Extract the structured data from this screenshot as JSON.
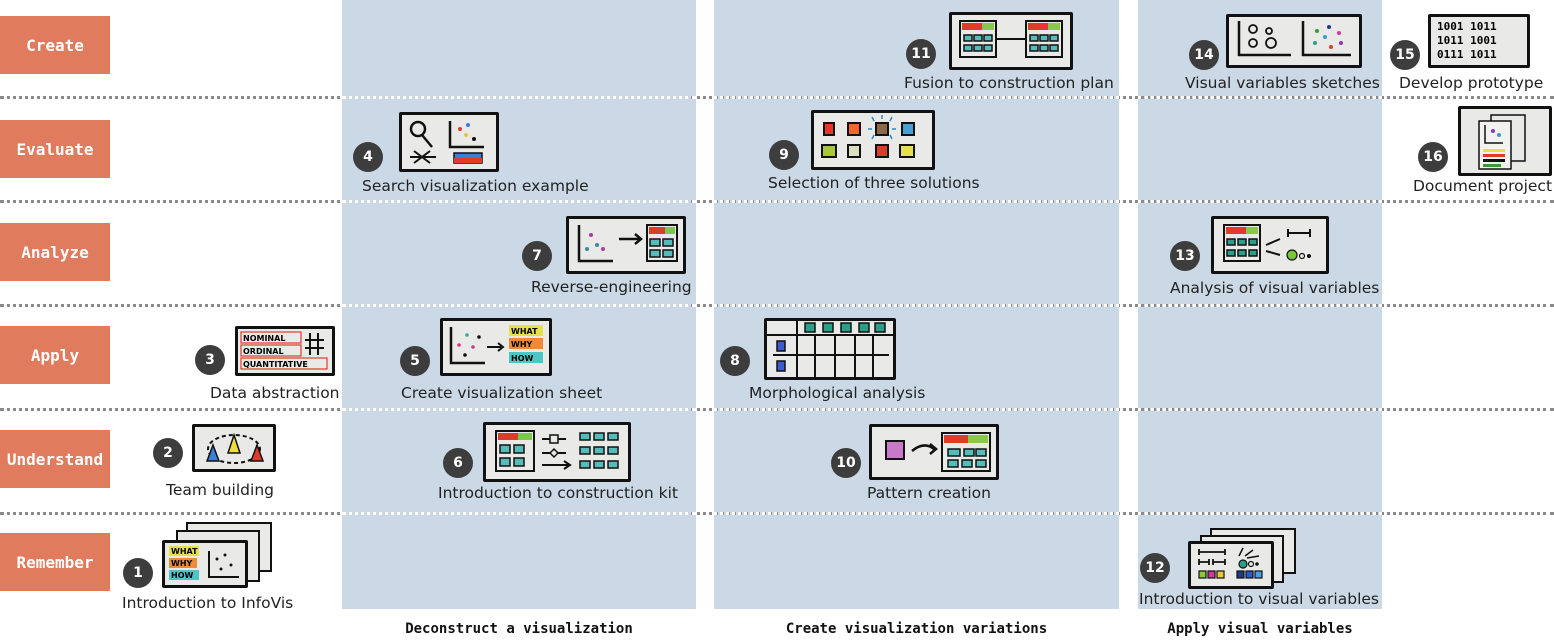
{
  "levels": [
    {
      "label": "Create"
    },
    {
      "label": "Evaluate"
    },
    {
      "label": "Analyze"
    },
    {
      "label": "Apply"
    },
    {
      "label": "Understand"
    },
    {
      "label": "Remember"
    }
  ],
  "phases": [
    {
      "label": "Deconstruct a visualization"
    },
    {
      "label": "Create visualization variations"
    },
    {
      "label": "Apply visual variables"
    }
  ],
  "steps": [
    {
      "number": "1",
      "label": "Introduction to InfoVis",
      "level": "Remember",
      "icon": "what-why-how-slides-icon"
    },
    {
      "number": "2",
      "label": "Team building",
      "level": "Understand",
      "icon": "team-people-icon"
    },
    {
      "number": "3",
      "label": "Data abstraction",
      "level": "Apply",
      "icon": "data-types-icon",
      "card_text": [
        "NOMINAL",
        "ORDINAL",
        "QUANTITATIVE"
      ]
    },
    {
      "number": "4",
      "label": "Search visualization example",
      "level": "Evaluate",
      "icon": "search-chart-icon"
    },
    {
      "number": "5",
      "label": "Create visualization sheet",
      "level": "Apply",
      "icon": "scatter-to-sheet-icon",
      "card_text": [
        "WHAT",
        "WHY",
        "HOW"
      ]
    },
    {
      "number": "6",
      "label": "Introduction to construction kit",
      "level": "Understand",
      "icon": "construction-kit-icon"
    },
    {
      "number": "7",
      "label": "Reverse-engineering",
      "level": "Analyze",
      "icon": "reverse-engineering-icon"
    },
    {
      "number": "8",
      "label": "Morphological analysis",
      "level": "Apply",
      "icon": "morphological-grid-icon"
    },
    {
      "number": "9",
      "label": "Selection of three solutions",
      "level": "Evaluate",
      "icon": "selection-tiles-icon"
    },
    {
      "number": "10",
      "label": "Pattern creation",
      "level": "Understand",
      "icon": "pattern-creation-icon"
    },
    {
      "number": "11",
      "label": "Fusion to construction plan",
      "level": "Create",
      "icon": "fusion-plan-icon"
    },
    {
      "number": "12",
      "label": "Introduction to visual variables",
      "level": "Remember",
      "icon": "visual-variables-slides-icon"
    },
    {
      "number": "13",
      "label": "Analysis of visual variables",
      "level": "Analyze",
      "icon": "visual-variables-analysis-icon"
    },
    {
      "number": "14",
      "label": "Visual variables sketches",
      "level": "Create",
      "icon": "sketch-charts-icon"
    },
    {
      "number": "15",
      "label": "Develop prototype",
      "level": "Create",
      "icon": "binary-code-icon",
      "card_text": [
        "1001 1011",
        "1011 1001",
        "0111 1011"
      ]
    },
    {
      "number": "16",
      "label": "Document project",
      "level": "Evaluate",
      "icon": "document-pages-icon"
    }
  ],
  "colors": {
    "level_badge": "#e07b5d",
    "phase_panel": "#cbd9e6",
    "step_number": "#3d3d3d"
  }
}
